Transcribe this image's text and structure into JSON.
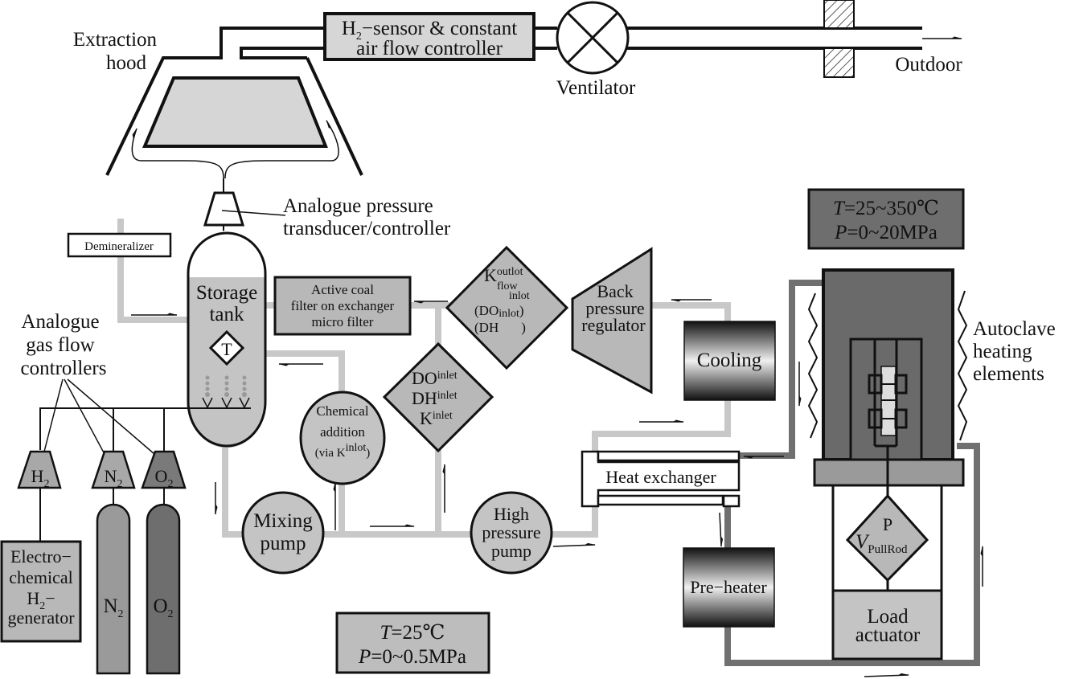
{
  "title": "High-temperature water loop with autoclave",
  "colors": {
    "light_pipe": "#c8c8c8",
    "mid_pipe": "#a0a0a0",
    "dark_pipe": "#6e6e6e",
    "component_fill": "#c0c0c0",
    "autoclave_fill": "#6a6a6a",
    "stroke": "#111111"
  },
  "exhaust": {
    "hood_label_1": "Extraction",
    "hood_label_2": "hood",
    "sensor_line1_prefix": "H",
    "sensor_line1_sub": "2",
    "sensor_line1_rest": "−sensor & constant",
    "sensor_line2": "air flow controller",
    "ventilator_label": "Ventilator",
    "outdoor_label": "Outdoor"
  },
  "pressure_transducer": {
    "line1": "Analogue pressure",
    "line2": "transducer/controller"
  },
  "demineralizer": {
    "label": "Demineralizer"
  },
  "storage_tank": {
    "line1": "Storage",
    "line2": "tank",
    "sensor_symbol": "T"
  },
  "gas_flow": {
    "label_1": "Analogue",
    "label_2": "gas flow",
    "label_3": "controllers",
    "controllers": [
      {
        "main": "H",
        "sub": "2"
      },
      {
        "main": "N",
        "sub": "2"
      },
      {
        "main": "O",
        "sub": "2"
      }
    ],
    "bottles": [
      {
        "main": "N",
        "sub": "2"
      },
      {
        "main": "O",
        "sub": "2"
      }
    ],
    "generator": {
      "line1": "Electro−",
      "line2": "chemical",
      "line3_main": "H",
      "line3_sub": "2",
      "line3_rest": "−",
      "line4": "generator"
    }
  },
  "filter": {
    "line1": "Active coal",
    "line2": "filter on exchanger",
    "line3": "micro filter"
  },
  "outlet_sensor": {
    "k_main": "K",
    "k_sup": "outlot",
    "flow": "flow",
    "flow_sup": "inlot",
    "do_line": "(DO",
    "do_sub": "inlot",
    "do_close": ")",
    "dh_line": "(DH",
    "dh_close": ")"
  },
  "inlet_sensor": {
    "do_main": "DO",
    "do_sup": "inlet",
    "dh_main": "DH",
    "dh_sup": "inlet",
    "k_main": "K",
    "k_sup": "inlet"
  },
  "chemical_addition": {
    "line1": "Chemical",
    "line2": "addition",
    "line3_prefix": "(via K",
    "line3_sup": "inlot",
    "line3_suffix": ")"
  },
  "back_pressure": {
    "line1": "Back",
    "line2": "pressure",
    "line3": "regulator"
  },
  "cooling": {
    "label": "Cooling"
  },
  "heat_exchanger": {
    "label": "Heat exchanger"
  },
  "pre_heater": {
    "label": "Pre−heater"
  },
  "mixing_pump": {
    "line1": "Mixing",
    "line2": "pump"
  },
  "hp_pump": {
    "line1": "High",
    "line2": "pressure",
    "line3": "pump"
  },
  "low_side_conditions": {
    "t_var": "T",
    "t_val": "=25℃",
    "p_var": "P",
    "p_val": "=0~0.5MPa"
  },
  "autoclave_conditions": {
    "t_var": "T",
    "t_val": "=25~350℃",
    "p_var": "P",
    "p_val": "=0~20MPa"
  },
  "autoclave": {
    "heating_line1": "Autoclave",
    "heating_line2": "heating",
    "heating_line3": "elements",
    "load_sensor_p": "P",
    "load_sensor_v": "V",
    "load_sensor_sub": "PullRod",
    "actuator_line1": "Load",
    "actuator_line2": "actuator"
  }
}
